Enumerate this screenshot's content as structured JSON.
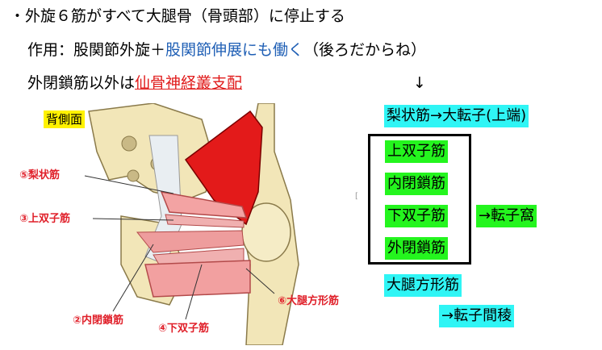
{
  "heading": "・外旋６筋がすべて大腿骨（骨頭部）に停止する",
  "action_line": {
    "prefix": "作用：股関節外旋＋",
    "blue": "股関節伸展にも働く",
    "suffix": "（後ろだからね）"
  },
  "nerve_line": {
    "prefix": "外閉鎖筋以外は",
    "red": "仙骨神経叢支配"
  },
  "arrow_down": "↓",
  "view_label": "背側面",
  "diagram_labels": {
    "piriformis": "⑤梨状筋",
    "gemellus_sup": "③上双子筋",
    "obturator_int": "②内閉鎖筋",
    "gemellus_inf": "④下双子筋",
    "quadratus": "⑥大腿方形筋"
  },
  "insertions": {
    "piriformis": "梨状筋→大転子(上端)",
    "group": [
      "上双子筋",
      "内閉鎖筋",
      "下双子筋",
      "外閉鎖筋"
    ],
    "group_arrow": "→転子窩",
    "quadratus": "大腿方形筋",
    "quadratus_arrow": "→転子間稜"
  },
  "small_mark": "[",
  "colors": {
    "cyan": "#2ff5f5",
    "green": "#24f51e",
    "yellow": "#fff200",
    "blue": "#1f5fb5",
    "red": "#e01b1b"
  }
}
